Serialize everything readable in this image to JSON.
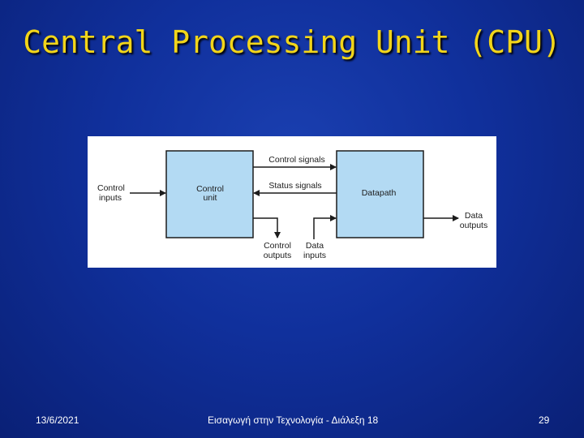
{
  "slide": {
    "title": "Central Processing Unit (CPU)",
    "footer_date": "13/6/2021",
    "footer_text": "Εισαγωγή στην Τεχνολογία - Διάλεξη 18",
    "page_number": "29"
  },
  "diagram": {
    "control_inputs": [
      "Control",
      "inputs"
    ],
    "control_unit": [
      "Control",
      "unit"
    ],
    "control_signals": "Control signals",
    "status_signals": "Status signals",
    "datapath": "Datapath",
    "data_outputs": [
      "Data",
      "outputs"
    ],
    "control_outputs": [
      "Control",
      "outputs"
    ],
    "data_inputs": [
      "Data",
      "inputs"
    ],
    "colors": {
      "box_fill": "#b3daf3",
      "box_stroke": "#1c1c1c",
      "arrow": "#1c1c1c"
    }
  }
}
